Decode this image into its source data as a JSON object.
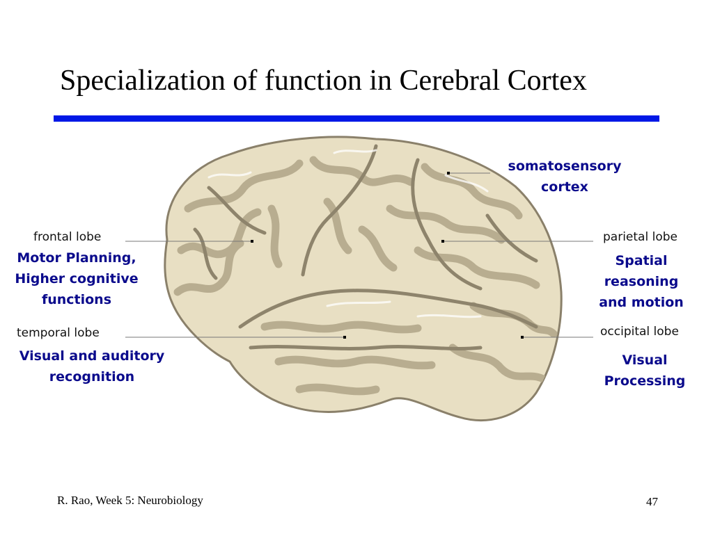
{
  "slide": {
    "title": "Specialization of function in Cerebral Cortex",
    "accent_color": "#0018e6",
    "label_color": "#0a0a8c"
  },
  "regions": {
    "somatosensory": {
      "function": "somatosensory\ncortex"
    },
    "frontal": {
      "lobe": "frontal lobe",
      "function": "Motor Planning,\nHigher cognitive\nfunctions"
    },
    "parietal": {
      "lobe": "parietal lobe",
      "function": "Spatial\nreasoning\nand motion"
    },
    "temporal": {
      "lobe": "temporal lobe",
      "function": "Visual and auditory\nrecognition"
    },
    "occipital": {
      "lobe": "occipital lobe",
      "function": "Visual\nProcessing"
    }
  },
  "illustration": {
    "icon": "brain-lateral-view-illustration",
    "fill": "#e8dfc3",
    "shadow": "#a79c80"
  },
  "footer": {
    "credit": "R. Rao, Week 5: Neurobiology",
    "page": "47"
  }
}
